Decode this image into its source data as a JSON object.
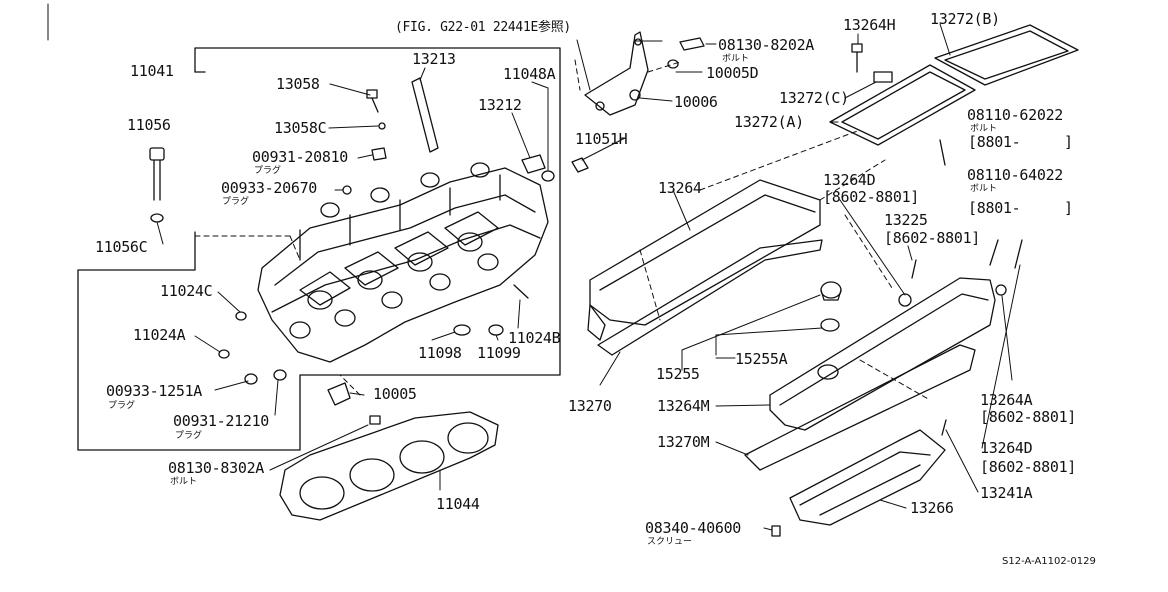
{
  "figure_ref": "(FIG. G22-01 22441E参照)",
  "diagram_code": "S12-A-A1102-0129",
  "parts": {
    "p11041": "11041",
    "p11056": "11056",
    "p11056c": "11056C",
    "p13058": "13058",
    "p13058c": "13058C",
    "p13213": "13213",
    "p11048a": "11048A",
    "p13212": "13212",
    "p00931_20810": "00931-20810",
    "p00933_20670": "00933-20670",
    "p11051h": "11051H",
    "p08130_8202a": "08130-8202A",
    "p10005d": "10005D",
    "p10006": "10006",
    "p13264h": "13264H",
    "p13272b": "13272(B)",
    "p13272c": "13272(C)",
    "p13272a": "13272(A)",
    "p08110_62022": "08110-62022",
    "p08110_62022_range": "[8801-     ]",
    "p08110_64022": "08110-64022",
    "p08110_64022_range": "[8801-     ]",
    "p13264": "13264",
    "p13264d_top": "13264D",
    "p13264d_top_range": "[8602-8801]",
    "p13225": "13225",
    "p13225_range": "[8602-8801]",
    "p11024c": "11024C",
    "p11024a": "11024A",
    "p11024b": "11024B",
    "p11098": "11098",
    "p11099": "11099",
    "p00933_1251a": "00933-1251A",
    "p00931_21210": "00931-21210",
    "p10005": "10005",
    "p08130_8302a": "08130-8302A",
    "p11044": "11044",
    "p15255": "15255",
    "p15255a": "15255A",
    "p13270": "13270",
    "p13264m": "13264M",
    "p13270m": "13270M",
    "p13264a": "13264A",
    "p13264a_range": "[8602-8801]",
    "p13264d_bot": "13264D",
    "p13264d_bot_range": "[8602-8801]",
    "p13241a": "13241A",
    "p13266": "13266",
    "p08340_40600": "08340-40600"
  },
  "jp": {
    "bolt": "ボルト",
    "plug": "プラグ",
    "screw": "スクリュー"
  }
}
